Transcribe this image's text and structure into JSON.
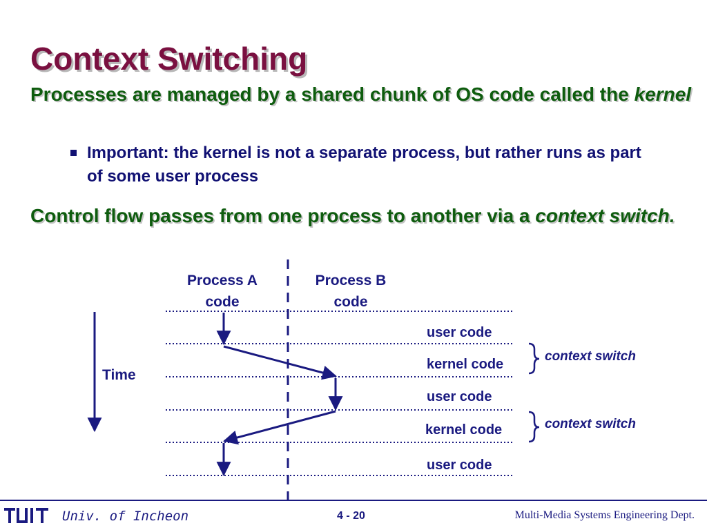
{
  "slide": {
    "title": "Context Switching",
    "bullets": [
      {
        "text_before": "Processes are managed by a shared chunk of OS code called the ",
        "emphasis": "kernel",
        "text_after": ""
      },
      {
        "text_before": "Control flow passes from one process to another via a ",
        "emphasis": "context switch.",
        "text_after": ""
      }
    ],
    "sub_bullet": "Important: the kernel is not a separate process, but rather runs as part of some user process"
  },
  "diagram": {
    "process_a": [
      "Process A",
      "code"
    ],
    "process_b": [
      "Process B",
      "code"
    ],
    "time_label": "Time",
    "rows": [
      "user code",
      "kernel code",
      "user code",
      "kernel code",
      "user code"
    ],
    "brace_labels": [
      "context switch",
      "context switch"
    ],
    "line_color": "#1a1a80"
  },
  "footer": {
    "logo_text": "TUIT",
    "organization": "Univ. of Incheon",
    "page_number": "4 - 20",
    "department": "Multi-Media Systems Engineering Dept."
  }
}
